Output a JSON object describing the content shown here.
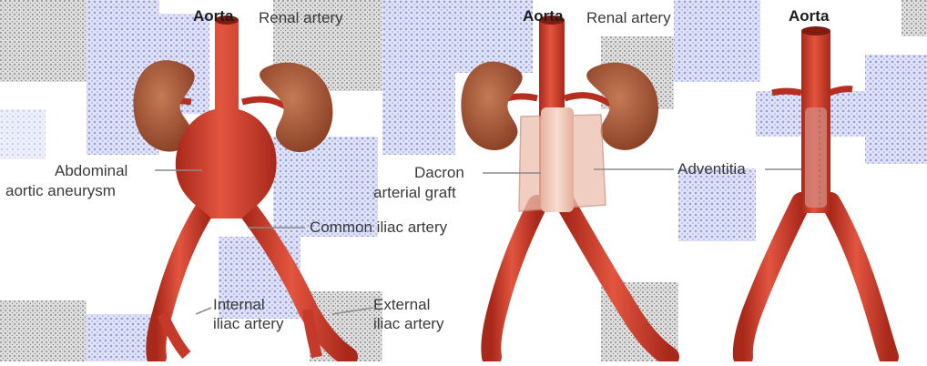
{
  "panels": [
    {
      "title": "Aorta",
      "labels": {
        "renal_artery": "Renal artery",
        "abdominal": "Abdominal",
        "aneurysm": "aortic aneurysm",
        "common_iliac": "Common iliac artery",
        "internal_1": "Internal",
        "internal_2": "iliac artery",
        "external_1": "External",
        "external_2": "iliac artery"
      }
    },
    {
      "title": "Aorta",
      "labels": {
        "renal_artery": "Renal artery",
        "graft_1": "Dacron",
        "graft_2": "arterial graft",
        "adventitia": "Adventitia"
      }
    },
    {
      "title": "Aorta",
      "labels": {}
    }
  ],
  "colors": {
    "artery": "#cf3a28",
    "artery_dark": "#9e2416",
    "kidney": "#a95a3c",
    "graft": "#f0c9b8",
    "leader": "#8a8a8a",
    "noise": "#7d86d6"
  }
}
